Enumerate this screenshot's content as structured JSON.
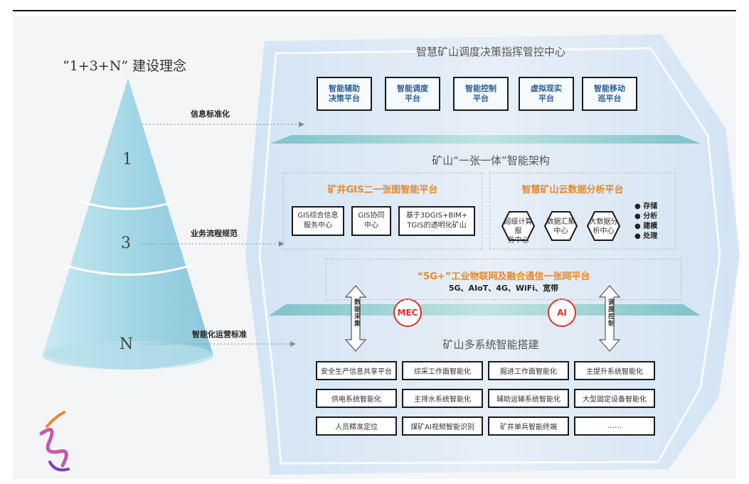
{
  "concept_title": "“1+3+N” 建设理念",
  "cone_levels": [
    "1",
    "3",
    "N"
  ],
  "side_labels": {
    "info": "信息标准化",
    "business": "业务流程规范",
    "ops": "智能化运营标准"
  },
  "center_title": "智慧矿山调度决策指挥管控中心",
  "top_platforms": [
    {
      "line1": "智能辅助",
      "line2": "决策平台"
    },
    {
      "line1": "智能调度",
      "line2": "平台"
    },
    {
      "line1": "智能控制",
      "line2": "平台"
    },
    {
      "line1": "虚拟现实",
      "line2": "平台"
    },
    {
      "line1": "智能移动",
      "line2": "巡平台"
    }
  ],
  "mid_title": "矿山“一张一体”智能架构",
  "gis": {
    "title": "矿井GIS二一张图智能平台",
    "boxes": [
      {
        "line1": "GIS综合信息",
        "line2": "服务中心"
      },
      {
        "line1": "GIS协同",
        "line2": "中心"
      },
      {
        "line1": "基于3DGIS+BIM+",
        "line2": "TGIS的透明化矿山"
      }
    ]
  },
  "cloud": {
    "title": "智慧矿山云数据分析平台",
    "hexes": [
      {
        "line1": "超级计算服",
        "line2": "务中心"
      },
      {
        "line1": "数据汇聚",
        "line2": "中心"
      },
      {
        "line1": "大数据分",
        "line2": "析中心"
      }
    ],
    "bullets": [
      "存储",
      "分析",
      "建模",
      "处理"
    ]
  },
  "network": {
    "title": "“5G+”工业物联网及融合通信一张网平台",
    "subtitle": "5G、AIoT、4G、WiFi、宽带"
  },
  "mec_label": "MEC",
  "ai_label": "AI",
  "arrow_left_text": "数据采集",
  "arrow_right_text": "调度控制",
  "bottom_title": "矿山多系统智能搭建",
  "bottom_grid": [
    [
      "安全生产信息共享平台",
      "综采工作面智能化",
      "掘进工作面智能化",
      "主提升系统智能化"
    ],
    [
      "供电系统智能化",
      "主排水系统智能化",
      "辅助运输系统智能化",
      "大型固定设备智能化"
    ],
    [
      "人员精准定位",
      "煤矿AI视频智能识别",
      "矿井单兵智能终端",
      "……"
    ]
  ],
  "colors": {
    "cone": "#a9dbe7",
    "hex_bg": "#d9e8f5",
    "orange": "#e8882a",
    "red": "#d9322a"
  }
}
